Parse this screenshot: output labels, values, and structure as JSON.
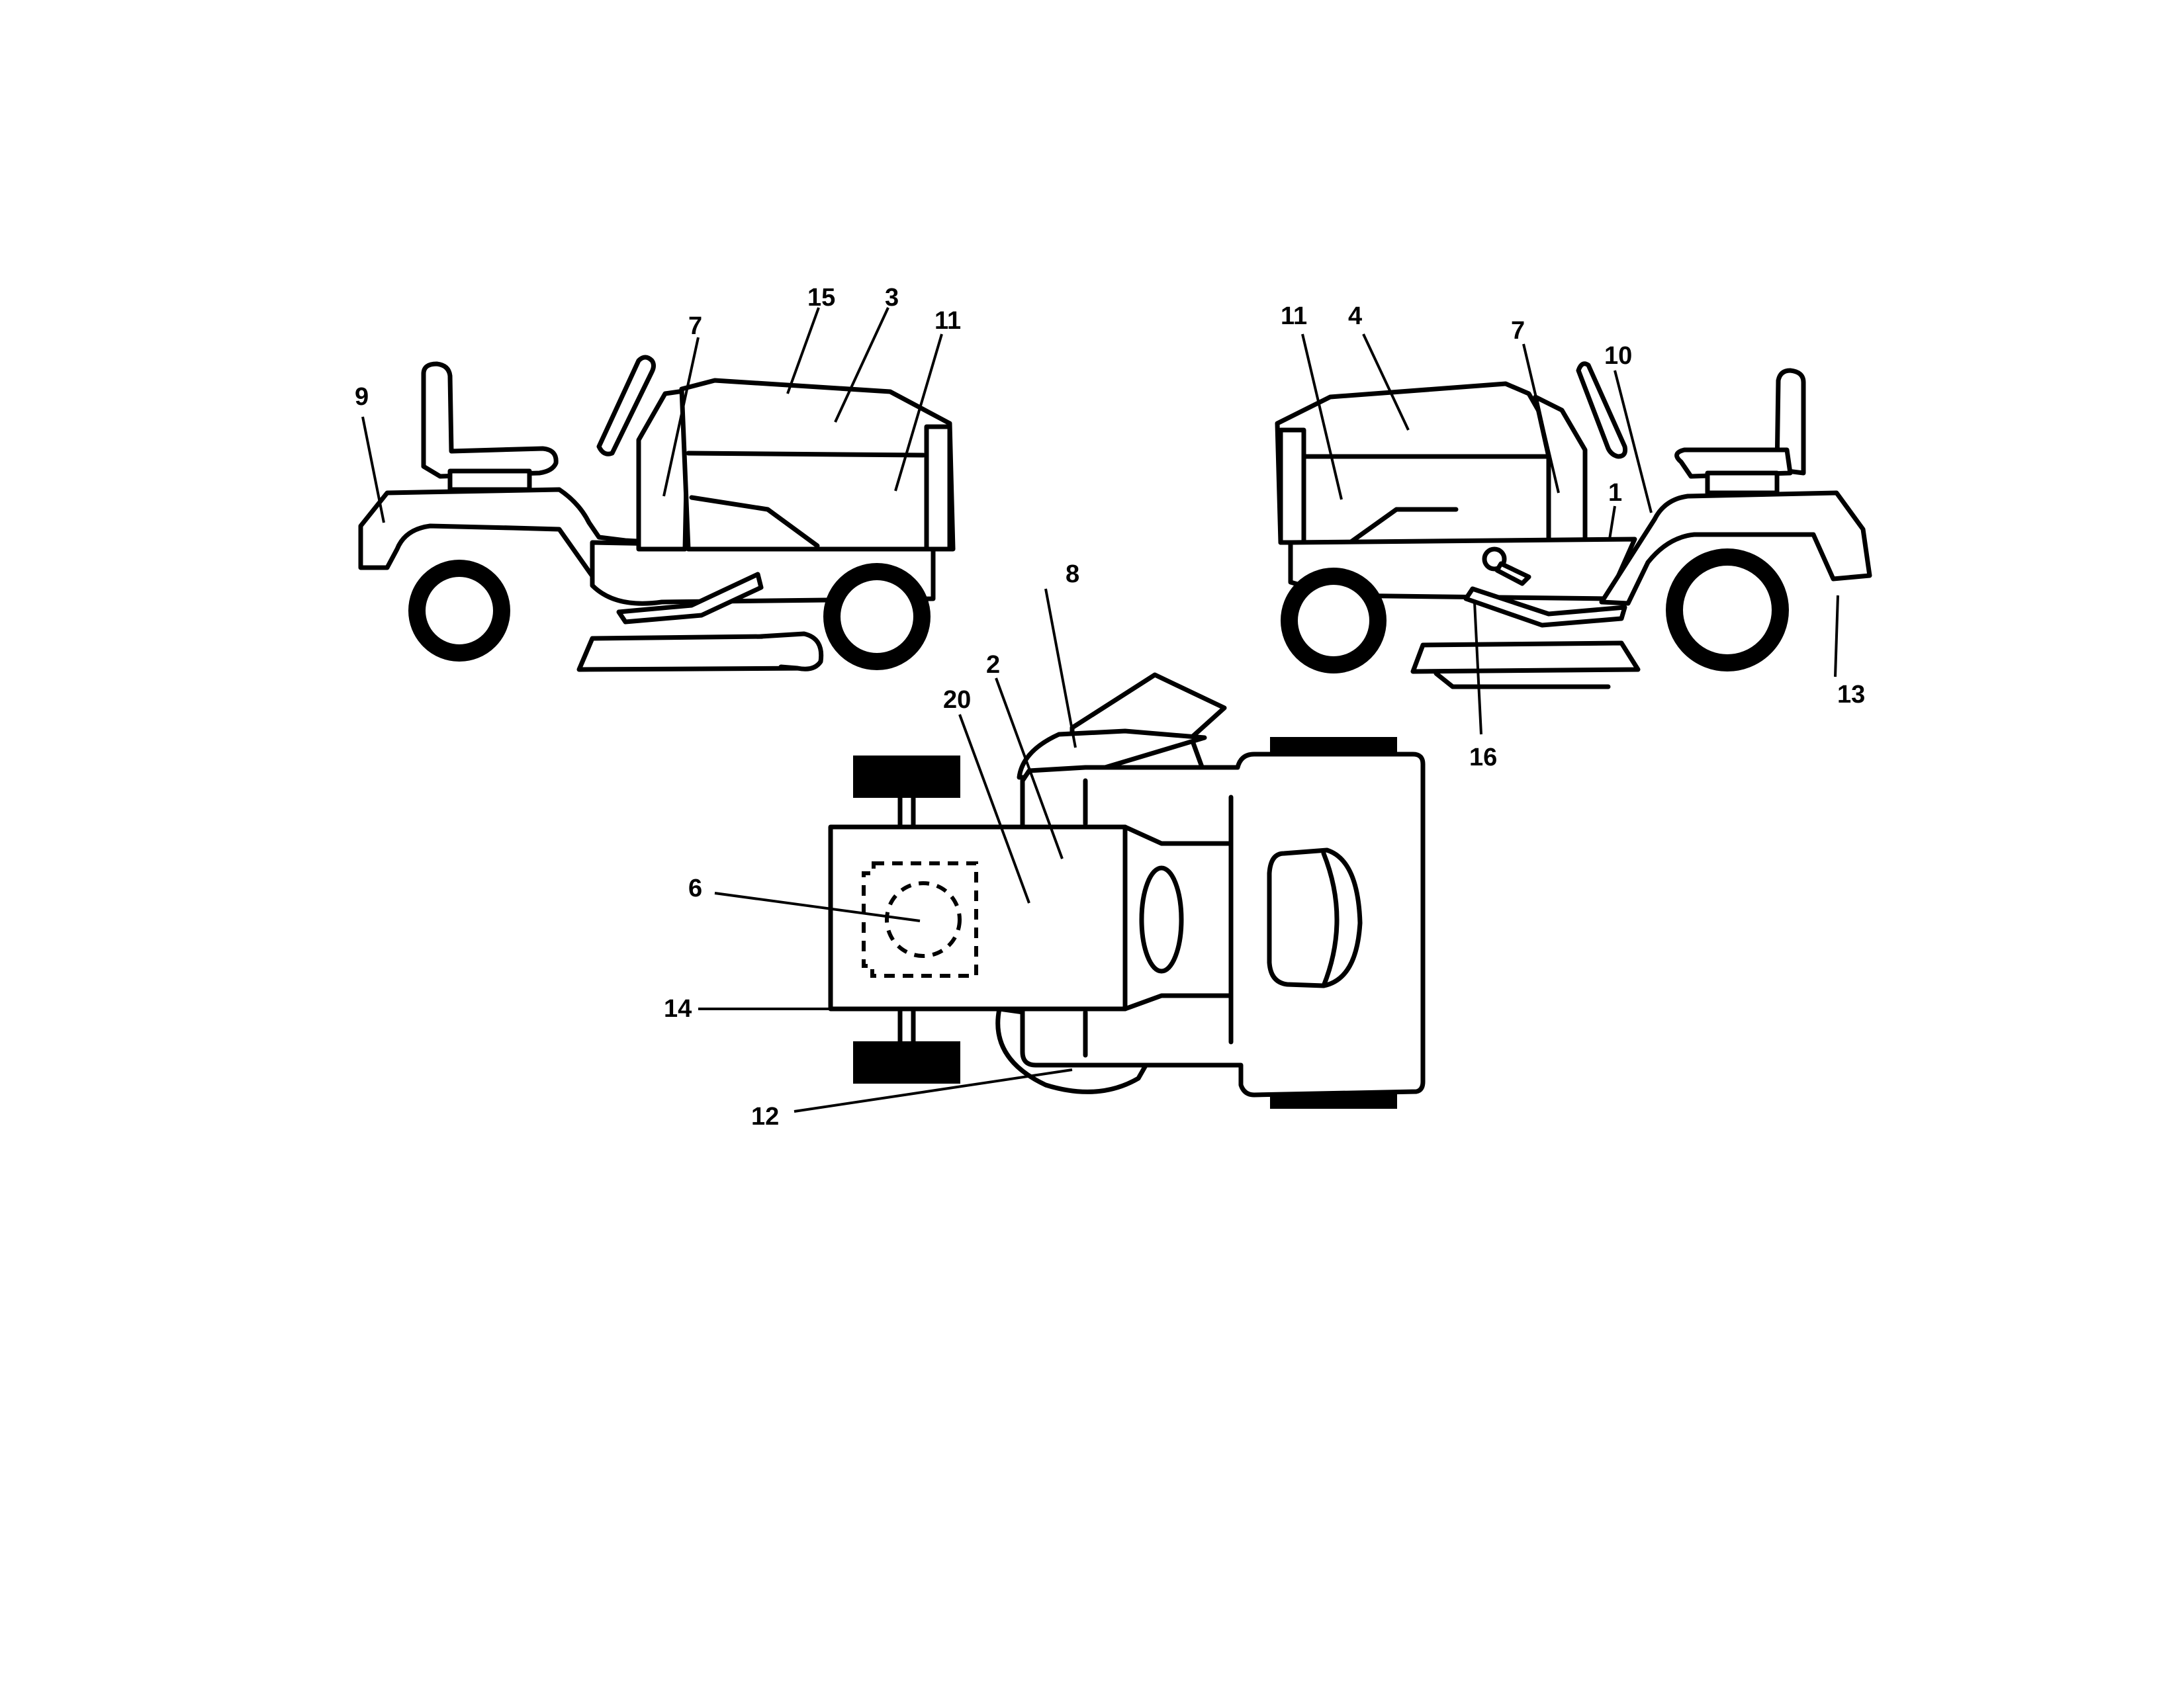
{
  "callouts": {
    "left_view": [
      "9",
      "7",
      "15",
      "3",
      "11"
    ],
    "right_view": [
      "11",
      "4",
      "7",
      "10",
      "1",
      "13",
      "16"
    ],
    "top_view": [
      "8",
      "2",
      "20",
      "6",
      "14",
      "12"
    ]
  }
}
